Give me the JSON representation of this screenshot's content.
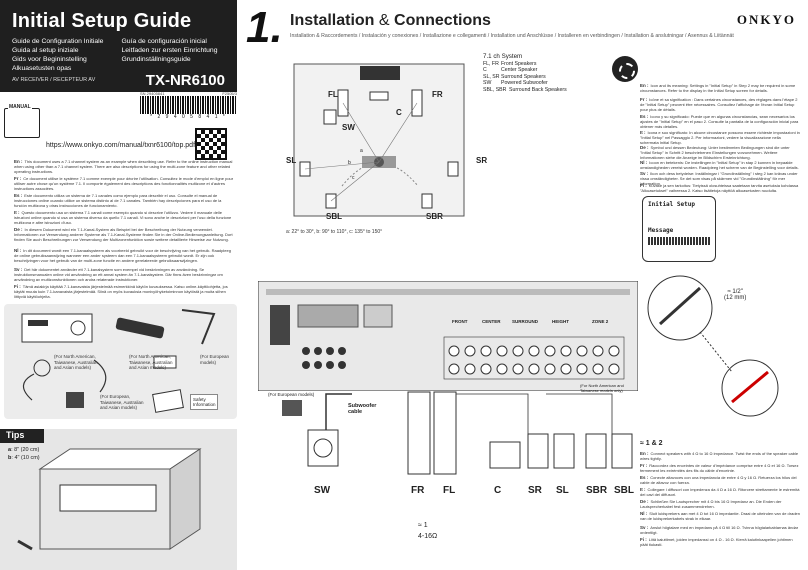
{
  "header": {
    "title": "Initial Setup Guide",
    "subtitles": [
      "Guide de Configuration Initiale",
      "Guía de configuración inicial",
      "Guida al setup iniziale",
      "Leitfaden zur ersten Einrichtung",
      "Gids voor Begininstelling",
      "Grundinställningsguide",
      "Alkuasetusten opas",
      ""
    ],
    "category": "AV RECEIVER / RECEPTEUR AV",
    "model": "TX-NR6100"
  },
  "section": {
    "number": "1.",
    "title": "Installation",
    "amp": "&",
    "title2": "Connections",
    "languages": "Installation & Raccordements / Instalación y conexiones / Installazione e collegamenti / Installation und Anschlüsse / Installeren en verbindingen / Installation & anslutningar / Asennus & Liitännät"
  },
  "brand": "ONKYO",
  "barcode": {
    "sn_label": "SN 29405841",
    "code_label": "*29405841*",
    "number": "* 2 9 4 0 5 8 4 1 *",
    "rev": "F2505/3"
  },
  "manual_label": "MANUAL",
  "url": "https://www.onkyo.com/manual/txnr6100/top.pdf",
  "paragraphs": [
    {
      "lang": "En :",
      "text": "This document uses a 7.1 channel system as an example when describing use. Refer to the online instruction manual when using other than a 7.1 channel system. There are also descriptions for using the multi-zone feature and other related operating instructions."
    },
    {
      "lang": "Fr :",
      "text": "Ce document utilise le système 7.1 comme exemple pour décrire l'utilisation. Consultez le mode d'emploi en ligne pour utiliser autre chose qu'un système 7.1. Il comporte également des descriptions des fonctionnalités multizone et d'autres instructions associées."
    },
    {
      "lang": "Es :",
      "text": "Este documento utiliza un sistema de 7.1 canales como ejemplo para describir el uso. Consulte el manual de instrucciones online cuando utilice un sistema distinto al de 7.1 canales. También hay descripciones para el uso de la función multizona y otras instrucciones de funcionamiento."
    },
    {
      "lang": "It :",
      "text": "Questo documento usa un sistema 7.1 canali come esempio quando si descrive l'utilizzo. Vedere il manuale delle istruzioni online quando si usa un sistema diverso da quello 7.1 canali. Vi sono anche le descrizioni per l'uso della funzione multizona e altre istruzioni d'uso."
    },
    {
      "lang": "De :",
      "text": "In diesem Dokument wird ein 7.1-Kanal-System als Beispiel bei der Beschreibung der Nutzung verwendet. Informationen zur Verwendung anderer Systeme als 7.1-Kanal-Systeme finden Sie in der Online-Bedienungsanleitung. Dort finden Sie auch Beschreibungen zur Verwendung der Multizonenfunktion sowie weitere detaillierte Hinweise zur Nutzung."
    },
    {
      "lang": "Nl :",
      "text": "In dit document wordt een 7.1-kanaalsysteem als voorbeeld gebruikt voor de beschrijving van het gebruik. Raadpleeg de online gebruiksaanwijzing wanneer een ander systeem dan een 7.1-kanaalsysteem gebruikt wordt. Er zijn ook beschrijvingen voor het gebruik van de multi-zone functie en andere gerelateerde gebruiksaanwijzingen."
    },
    {
      "lang": "Sv :",
      "text": "Det här dokumentet använder ett 7.1-kanalsystem som exempel vid beskrivningen av användning. Se instruktionsmanualen online vid användning av ett annat system än 7.1-kanalsystem. Där finns även beskrivningar om användning av multizonsfunktionen och andra relaterade instruktioner."
    },
    {
      "lang": "Fi :",
      "text": "Tämä asiakirja käyttää 7.1-kanavaista järjestelmää esimerkkinä käytön kuvauksessa. Katso online-käyttöohjetta, jos käytät muuta kuin 7.1-kanavaista järjestelmää. Siinä on myös kuvauksia monivyöhyketoiminnon käytöstä ja muita siihen liittyviä käyttöohjeita."
    }
  ],
  "accessories": [
    {
      "text": "(For North American, Taiwanese, Australian and Asian models)"
    },
    {
      "text": "(For North American, Taiwanese, Australian and Asian models)"
    },
    {
      "text": "(For European models)"
    },
    {
      "text": "(For European, Taiwanese, Australian and Asian models)"
    },
    {
      "text": "Safety Information"
    }
  ],
  "tips": {
    "header": "Tips",
    "rows": [
      {
        "mark": "a",
        "text": "8\" (20 cm)"
      },
      {
        "mark": "b",
        "text": "4\" (10 cm)"
      }
    ]
  },
  "system_legend": {
    "heading": "7.1 ch System",
    "rows": [
      {
        "code": "FL, FR",
        "name": "Front Speakers"
      },
      {
        "code": "C",
        "name": "Center Speaker"
      },
      {
        "code": "SL, SR",
        "name": "Surround Speakers"
      },
      {
        "code": "SW",
        "name": "Powered Subwoofer"
      },
      {
        "code": "SBL, SBR",
        "name": "Surround Back Speakers"
      }
    ]
  },
  "room_labels": {
    "fl": "FL",
    "fr": "FR",
    "c": "C",
    "sw": "SW",
    "sl": "SL",
    "sr": "SR",
    "sbl": "SBL",
    "sbr": "SBR",
    "a": "a",
    "b": "b",
    "c_small": "c"
  },
  "angles": "a: 22° to 30°,  b: 90° to 110°,  c: 135° to 150°",
  "right_paragraphs": [
    {
      "lang": "En :",
      "text": "Icon and its meaning: Settings in \"Initial Setup\" in Step 2 may be required in some circumstances. Refer to the display in the Initial Setup screen for details."
    },
    {
      "lang": "Fr :",
      "text": "Icône et sa signification : Dans certaines circonstances, des réglages dans l'étape 2 de \"Initial Setup\" peuvent être nécessaires. Consultez l'affichage de l'écran Initial Setup pour plus de détails."
    },
    {
      "lang": "Es :",
      "text": "Icono y su significado: Puede que en algunas circunstancias, sean necesarios los ajustes de \"Initial Setup\" en el paso 2. Consulte la pantalla de la configuración inicial para obtener más detalles."
    },
    {
      "lang": "It :",
      "text": "Icona e suo significato: In alcune circostanze possono essere richieste impostazioni in \"Initial Setup\" nel Passaggio 2. Per informazioni, vedere la visualizzazione nella schermata Initial Setup."
    },
    {
      "lang": "De :",
      "text": "Symbol und dessen Bedeutung: Unter bestimmten Bedingungen sind die unter \"Initial Setup\" in Schritt 2 beschriebenen Einstellungen vorzunehmen. Weitere Informationen siehe die Anzeige im Bildschirm Ersteinrichtung."
    },
    {
      "lang": "Nl :",
      "text": "Icoon en betekenis: De instellingen in \"Initial Setup\" in stap 2 kunnen in bepaalde omstandigheden vereist worden. Raadpleeg het scherm van de Beginstelling voor details."
    },
    {
      "lang": "Sv :",
      "text": "Ikon och dess betydelse: Inställningar i \"Grundinställning\" i steg 2 kan krävas under vissa omständigheter. Se det som visas på skärmen vid \"Grundinställning\" för mer information."
    },
    {
      "lang": "Fi :",
      "text": "Kuvake ja sen tarkoitus: Tietyissä olosuhteissa saatetaan tarvita asetuksia kohdassa \"Alkuasetukset\" vaiheessa 2. Katso lisätietoja näyttöä alkuasetusten ruudulta."
    }
  ],
  "osd": {
    "line1": "Initial Setup",
    "line2": "Message"
  },
  "rear_labels": {
    "front": "FRONT",
    "center": "CENTER",
    "surround": "SURROUND",
    "height": "HEIGHT",
    "zone": "ZONE 2",
    "european": "(For European models)",
    "na_note": "(For North American and Taiwanese models only)"
  },
  "wire": {
    "length": "≈ 1/2\"",
    "mm": "(12 mm)"
  },
  "subwoofer_cable": "Subwoofer cable",
  "speakers": [
    {
      "label": "SW"
    },
    {
      "label": "FR"
    },
    {
      "label": "FL"
    },
    {
      "label": "C"
    },
    {
      "label": "SR"
    },
    {
      "label": "SL"
    },
    {
      "label": "SBR"
    },
    {
      "label": "SBL"
    }
  ],
  "ohm": {
    "num": "≈ 1",
    "code": "4-16Ω"
  },
  "notes_heading": "≈ 1 & 2",
  "notes": [
    {
      "lang": "En :",
      "text": "Connect speakers with 4 Ω to 16 Ω impedance. Twist the ends of the speaker cable wires tightly."
    },
    {
      "lang": "Fr :",
      "text": "Raccordez des enceintes de valeur d'impédance comprise entre 4 Ω et 16 Ω. Torsez fermement les extrémités des fils du câble d'enceinte."
    },
    {
      "lang": "Es :",
      "text": "Conecte altavoces con una impedancia de entre 4 Ω y 16 Ω. Retuerza los hilos del cable de altavoz con fuerza."
    },
    {
      "lang": "It :",
      "text": "Collegare i diffusori con impedenza da 4 Ω a 16 Ω. Ritorcere strettamente le estremità dei cavi dei diffusori."
    },
    {
      "lang": "De :",
      "text": "Schließen Sie Lautsprecher mit 4 Ω bis 16 Ω Impedanz an. Die Enden der Lautsprecherkabel fest zusammendrehen."
    },
    {
      "lang": "Nl :",
      "text": "Sluit luidsprekers aan met 4 Ω tot 16 Ω impedantie. Draai de uiteinden van de draden van de luidsprekerkabels strak in elkaar."
    },
    {
      "lang": "Sv :",
      "text": "Anslut högtalare med en impedans på 4 Ω till 16 Ω. Tvinna högtalarkablarnas ändar ordentligt."
    },
    {
      "lang": "Fi :",
      "text": "Liitä kaiuttimet, joiden impedanssi on 4 Ω - 16 Ω. Kierrä kaiutinkaapelien johtimen päät tiukasti."
    }
  ]
}
